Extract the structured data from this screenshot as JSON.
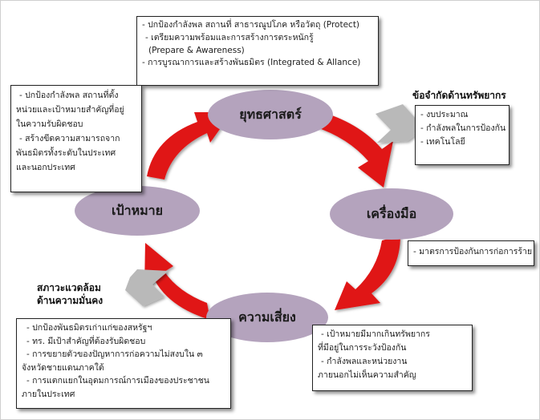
{
  "nodes": {
    "strategy": "ยุทธศาสตร์",
    "tools": "เครื่องมือ",
    "risk": "ความเสี่ยง",
    "goal": "เป้าหมาย"
  },
  "strategy_box": {
    "lines": [
      "- ปกป้องกำลังพล สถานที่ สาธารณูปโภค หรือวัตถุ (Protect)",
      "  - เตรียมความพร้อมและการสร้างการตระหนักรู้",
      "  (Prepare & Awareness)",
      "- การบูรณาการและสร้างพันธมิตร (Integrated & Allance)"
    ]
  },
  "goal_box": {
    "lines": [
      "  - ปกป้องกำลังพล สถานที่ตั้ง",
      "หน่วยและเป้าหมายสำคัญที่อยู่",
      "ในความรับผิดชอบ",
      "  - สร้างขีดความสามารถจาก",
      "พันธมิตรทั้งระดับในประเทศ",
      "และนอกประเทศ"
    ]
  },
  "resource_label": "ข้อจำกัดด้านทรัพยากร",
  "resource_box": {
    "lines": [
      "- งบประมาณ",
      "- กำลังพลในการป้องกัน",
      "- เทคโนโลยี"
    ]
  },
  "tools_box": {
    "lines": [
      "- มาตรการป้องกันการก่อการร้าย"
    ]
  },
  "security_label": {
    "lines": [
      "สภาวะแวดล้อม",
      "ด้านความมั่นคง"
    ]
  },
  "security_box": {
    "lines": [
      "  - ปกป้องพันธมิตรเก่าแก่ของสหรัฐฯ",
      "  - ทร. มีเป้าสำคัญที่ต้องรับผิดชอบ",
      "  - การขยายตัวของปัญหาการก่อความไม่สงบใน ๓",
      "จังหวัดชายแดนภาคใต้",
      "  - การแตกแยกในอุดมการณ์การเมืองของประชาชน",
      "ภายในประเทศ"
    ]
  },
  "risk_box": {
    "lines": [
      "  - เป้าหมายมีมากเกินทรัพยากร",
      "ที่มีอยู่ในการระวังป้องกัน",
      "  - กำลังพลและหน่วยงาน",
      "ภายนอกไม่เห็นความสำคัญ"
    ]
  },
  "colors": {
    "arrow": "#e01818",
    "node": "#b4a3bd",
    "input_arrow": "#b9b9b9"
  }
}
